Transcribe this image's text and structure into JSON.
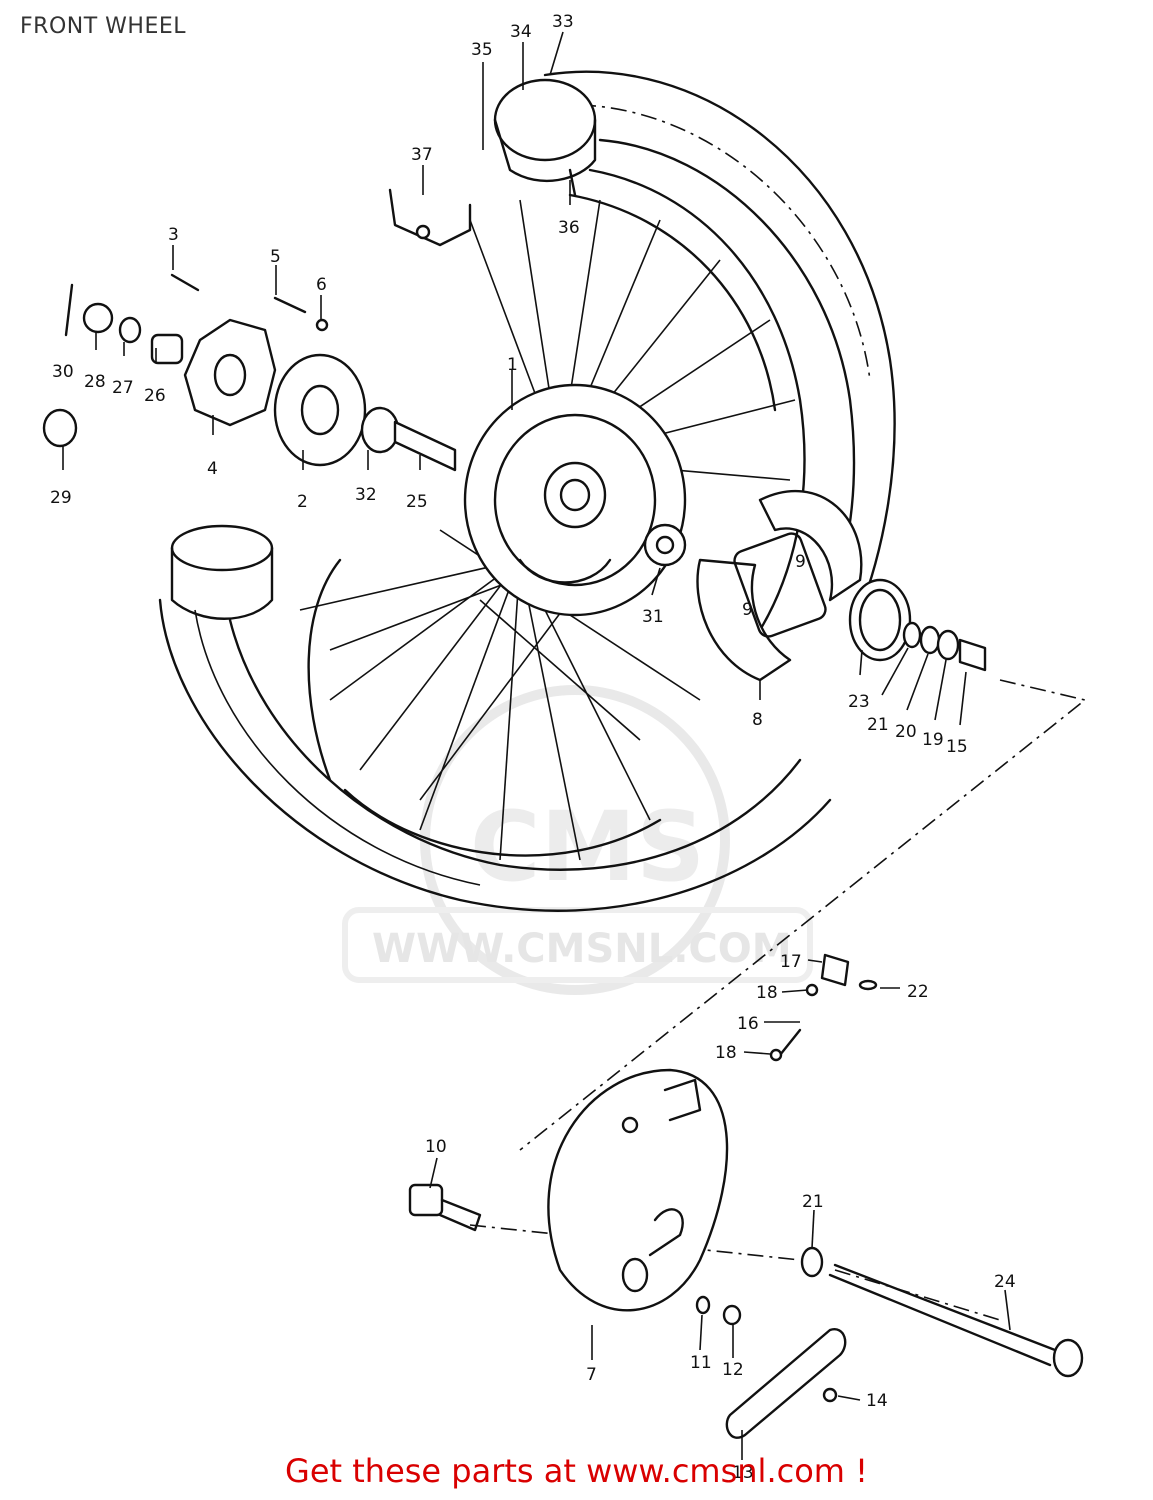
{
  "title": "FRONT WHEEL",
  "footer": "Get these parts at www.cmsnl.com !",
  "watermark": {
    "logo_letters": "CMS",
    "url": "WWW.CMSNL.COM"
  },
  "colors": {
    "footer_text": "#d90000",
    "line_art": "#111111",
    "watermark": "#e6e6e6"
  },
  "callouts": [
    {
      "id": "33",
      "label": "33"
    },
    {
      "id": "34",
      "label": "34"
    },
    {
      "id": "35",
      "label": "35"
    },
    {
      "id": "36",
      "label": "36"
    },
    {
      "id": "37",
      "label": "37"
    },
    {
      "id": "3",
      "label": "3"
    },
    {
      "id": "5",
      "label": "5"
    },
    {
      "id": "6",
      "label": "6"
    },
    {
      "id": "30",
      "label": "30"
    },
    {
      "id": "28",
      "label": "28"
    },
    {
      "id": "27",
      "label": "27"
    },
    {
      "id": "26",
      "label": "26"
    },
    {
      "id": "4",
      "label": "4"
    },
    {
      "id": "29",
      "label": "29"
    },
    {
      "id": "2",
      "label": "2"
    },
    {
      "id": "32",
      "label": "32"
    },
    {
      "id": "25",
      "label": "25"
    },
    {
      "id": "1",
      "label": "1"
    },
    {
      "id": "31",
      "label": "31"
    },
    {
      "id": "9a",
      "label": "9"
    },
    {
      "id": "9b",
      "label": "9"
    },
    {
      "id": "8",
      "label": "8"
    },
    {
      "id": "23",
      "label": "23"
    },
    {
      "id": "21a",
      "label": "21"
    },
    {
      "id": "20",
      "label": "20"
    },
    {
      "id": "19",
      "label": "19"
    },
    {
      "id": "15",
      "label": "15"
    },
    {
      "id": "17",
      "label": "17"
    },
    {
      "id": "22",
      "label": "22"
    },
    {
      "id": "18a",
      "label": "18"
    },
    {
      "id": "16",
      "label": "16"
    },
    {
      "id": "18b",
      "label": "18"
    },
    {
      "id": "10",
      "label": "10"
    },
    {
      "id": "21b",
      "label": "21"
    },
    {
      "id": "24",
      "label": "24"
    },
    {
      "id": "7",
      "label": "7"
    },
    {
      "id": "11",
      "label": "11"
    },
    {
      "id": "12",
      "label": "12"
    },
    {
      "id": "14",
      "label": "14"
    },
    {
      "id": "13",
      "label": "13"
    }
  ]
}
